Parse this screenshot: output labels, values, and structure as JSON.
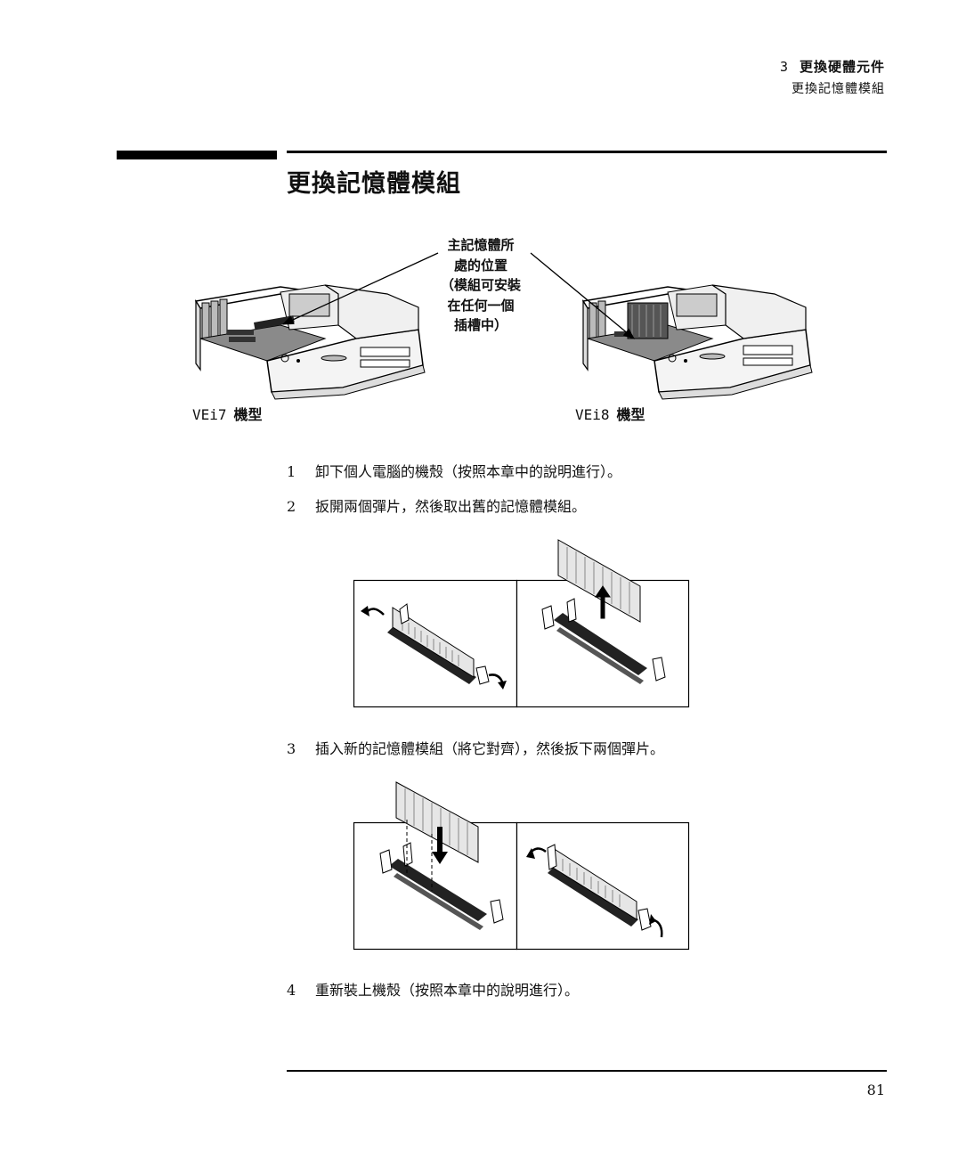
{
  "header": {
    "chapter_number": "3",
    "chapter_title": "更換硬體元件",
    "section_title": "更換記憶體模組"
  },
  "title": "更換記憶體模組",
  "figure": {
    "callout_lines": [
      "主記憶體所",
      "處的位置",
      "（模組可安裝",
      "在任何一個",
      "插槽中）"
    ],
    "left_model": {
      "code": "VEi7",
      "label": "機型"
    },
    "right_model": {
      "code": "VEi8",
      "label": "機型"
    }
  },
  "steps": [
    {
      "number": "1",
      "text": "卸下個人電腦的機殼（按照本章中的說明進行）。"
    },
    {
      "number": "2",
      "text": "扳開兩個彈片，然後取出舊的記憶體模組。"
    },
    {
      "number": "3",
      "text": "插入新的記憶體模組（將它對齊），然後扳下兩個彈片。"
    },
    {
      "number": "4",
      "text": "重新裝上機殼（按照本章中的說明進行）。"
    }
  ],
  "footer": {
    "page_number": "81"
  }
}
